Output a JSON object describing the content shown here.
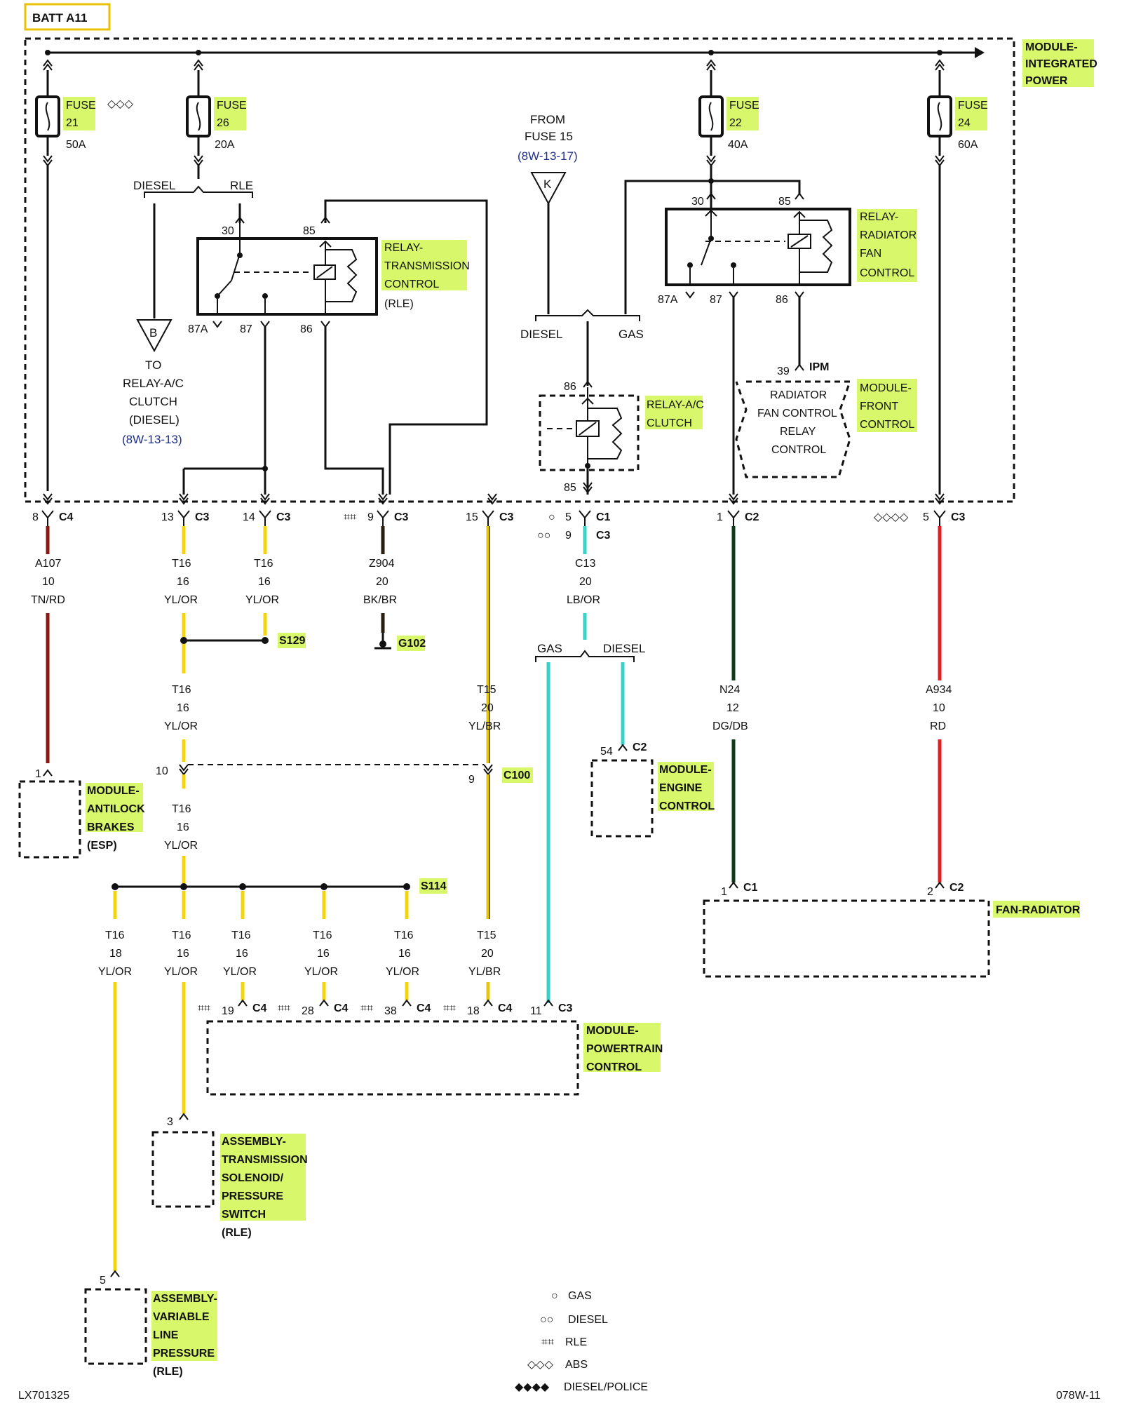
{
  "header": {
    "batt": "BATT A11",
    "diagram_id": "LX701325",
    "page_ref": "078W-11"
  },
  "ipm": {
    "label_1": "MODULE-",
    "label_2": "INTEGRATED",
    "label_3": "POWER"
  },
  "fuses": [
    {
      "l1": "FUSE",
      "l2": "21",
      "amp": "50A"
    },
    {
      "l1": "FUSE",
      "l2": "26",
      "amp": "20A"
    },
    {
      "l1": "FUSE",
      "l2": "22",
      "amp": "40A"
    },
    {
      "l1": "FUSE",
      "l2": "24",
      "amp": "60A"
    }
  ],
  "from_fuse": {
    "l1": "FROM",
    "l2": "FUSE 15",
    "ref": "(8W-13-17)",
    "k": "K"
  },
  "split": {
    "diesel": "DIESEL",
    "rle": "RLE",
    "gas": "GAS"
  },
  "to_relay": {
    "b": "B",
    "l1": "TO",
    "l2": "RELAY-A/C",
    "l3": "CLUTCH",
    "l4": "(DIESEL)",
    "ref": "(8W-13-13)"
  },
  "relay_trans": {
    "l1": "RELAY-",
    "l2": "TRANSMISSION",
    "l3": "CONTROL",
    "l4": "(RLE)",
    "p30": "30",
    "p85": "85",
    "p87a": "87A",
    "p87": "87",
    "p86": "86"
  },
  "relay_rad": {
    "l1": "RELAY-",
    "l2": "RADIATOR",
    "l3": "FAN",
    "l4": "CONTROL",
    "p30": "30",
    "p85": "85",
    "p87a": "87A",
    "p87": "87",
    "p86": "86"
  },
  "relay_ac": {
    "l1": "RELAY-A/C",
    "l2": "CLUTCH",
    "p86": "86",
    "p85": "85"
  },
  "fcm": {
    "pin": "39",
    "ipm": "IPM",
    "l1": "RADIATOR",
    "l2": "FAN CONTROL",
    "l3": "RELAY",
    "l4": "CONTROL",
    "m1": "MODULE-",
    "m2": "FRONT",
    "m3": "CONTROL"
  },
  "connectors": [
    {
      "pin": "8",
      "conn": "C4"
    },
    {
      "pin": "13",
      "conn": "C3"
    },
    {
      "pin": "14",
      "conn": "C3"
    },
    {
      "pin": "9",
      "conn": "C3",
      "sym": "⌗⌗"
    },
    {
      "pin": "15",
      "conn": "C3"
    },
    {
      "pin": "5",
      "conn": "C1",
      "sym": "○"
    },
    {
      "pin": "9",
      "conn": "C3",
      "sym": "○○"
    },
    {
      "pin": "1",
      "conn": "C2"
    },
    {
      "pin": "5",
      "conn": "C3",
      "sym": "◇◇◇◇"
    }
  ],
  "wires": {
    "a107": {
      "c": "A107",
      "g": "10",
      "col": "TN/RD"
    },
    "t16a": {
      "c": "T16",
      "g": "16",
      "col": "YL/OR"
    },
    "t16b": {
      "c": "T16",
      "g": "16",
      "col": "YL/OR"
    },
    "z904": {
      "c": "Z904",
      "g": "20",
      "col": "BK/BR"
    },
    "c13": {
      "c": "C13",
      "g": "20",
      "col": "LB/OR"
    },
    "t16c": {
      "c": "T16",
      "g": "16",
      "col": "YL/OR"
    },
    "t15a": {
      "c": "T15",
      "g": "20",
      "col": "YL/BR"
    },
    "n24": {
      "c": "N24",
      "g": "12",
      "col": "DG/DB"
    },
    "a934": {
      "c": "A934",
      "g": "10",
      "col": "RD"
    },
    "t16d": {
      "c": "T16",
      "g": "16",
      "col": "YL/OR"
    },
    "b1": {
      "c": "T16",
      "g": "18",
      "col": "YL/OR"
    },
    "b2": {
      "c": "T16",
      "g": "16",
      "col": "YL/OR"
    },
    "b3": {
      "c": "T16",
      "g": "16",
      "col": "YL/OR"
    },
    "b4": {
      "c": "T16",
      "g": "16",
      "col": "YL/OR"
    },
    "b5": {
      "c": "T16",
      "g": "16",
      "col": "YL/OR"
    },
    "t15b": {
      "c": "T15",
      "g": "20",
      "col": "YL/BR"
    }
  },
  "splices": {
    "s129": "S129",
    "g102": "G102",
    "s114": "S114",
    "c100": "C100",
    "c100_10": "10",
    "c100_9": "9"
  },
  "c13split": {
    "gas": "GAS",
    "diesel": "DIESEL"
  },
  "abs": {
    "pin": "1",
    "l1": "MODULE-",
    "l2": "ANTILOCK",
    "l3": "BRAKES",
    "l4": "(ESP)"
  },
  "ecm": {
    "pin": "54",
    "conn": "C2",
    "l1": "MODULE-",
    "l2": "ENGINE",
    "l3": "CONTROL"
  },
  "fan": {
    "p1": "1",
    "c1": "C1",
    "p2": "2",
    "c2": "C2",
    "label": "FAN-RADIATOR"
  },
  "pcm": {
    "pins": [
      {
        "sym": "⌗⌗",
        "pin": "19",
        "conn": "C4"
      },
      {
        "sym": "⌗⌗",
        "pin": "28",
        "conn": "C4"
      },
      {
        "sym": "⌗⌗",
        "pin": "38",
        "conn": "C4"
      },
      {
        "sym": "⌗⌗",
        "pin": "18",
        "conn": "C4"
      },
      {
        "sym": "",
        "pin": "11",
        "conn": "C3"
      }
    ],
    "l1": "MODULE-",
    "l2": "POWERTRAIN",
    "l3": "CONTROL"
  },
  "tsps": {
    "pin": "3",
    "l1": "ASSEMBLY-",
    "l2": "TRANSMISSION",
    "l3": "SOLENOID/",
    "l4": "PRESSURE",
    "l5": "SWITCH",
    "l6": "(RLE)"
  },
  "vlp": {
    "pin": "5",
    "l1": "ASSEMBLY-",
    "l2": "VARIABLE",
    "l3": "LINE",
    "l4": "PRESSURE",
    "l5": "(RLE)"
  },
  "legend": [
    {
      "sym": "○",
      "label": "GAS"
    },
    {
      "sym": "○○",
      "label": "DIESEL"
    },
    {
      "sym": "⌗⌗",
      "label": "RLE"
    },
    {
      "sym": "◇◇◇",
      "label": "ABS"
    },
    {
      "sym": "◆◆◆◆",
      "label": "DIESEL/POLICE"
    }
  ],
  "fuse21_more": "◇◇◇"
}
